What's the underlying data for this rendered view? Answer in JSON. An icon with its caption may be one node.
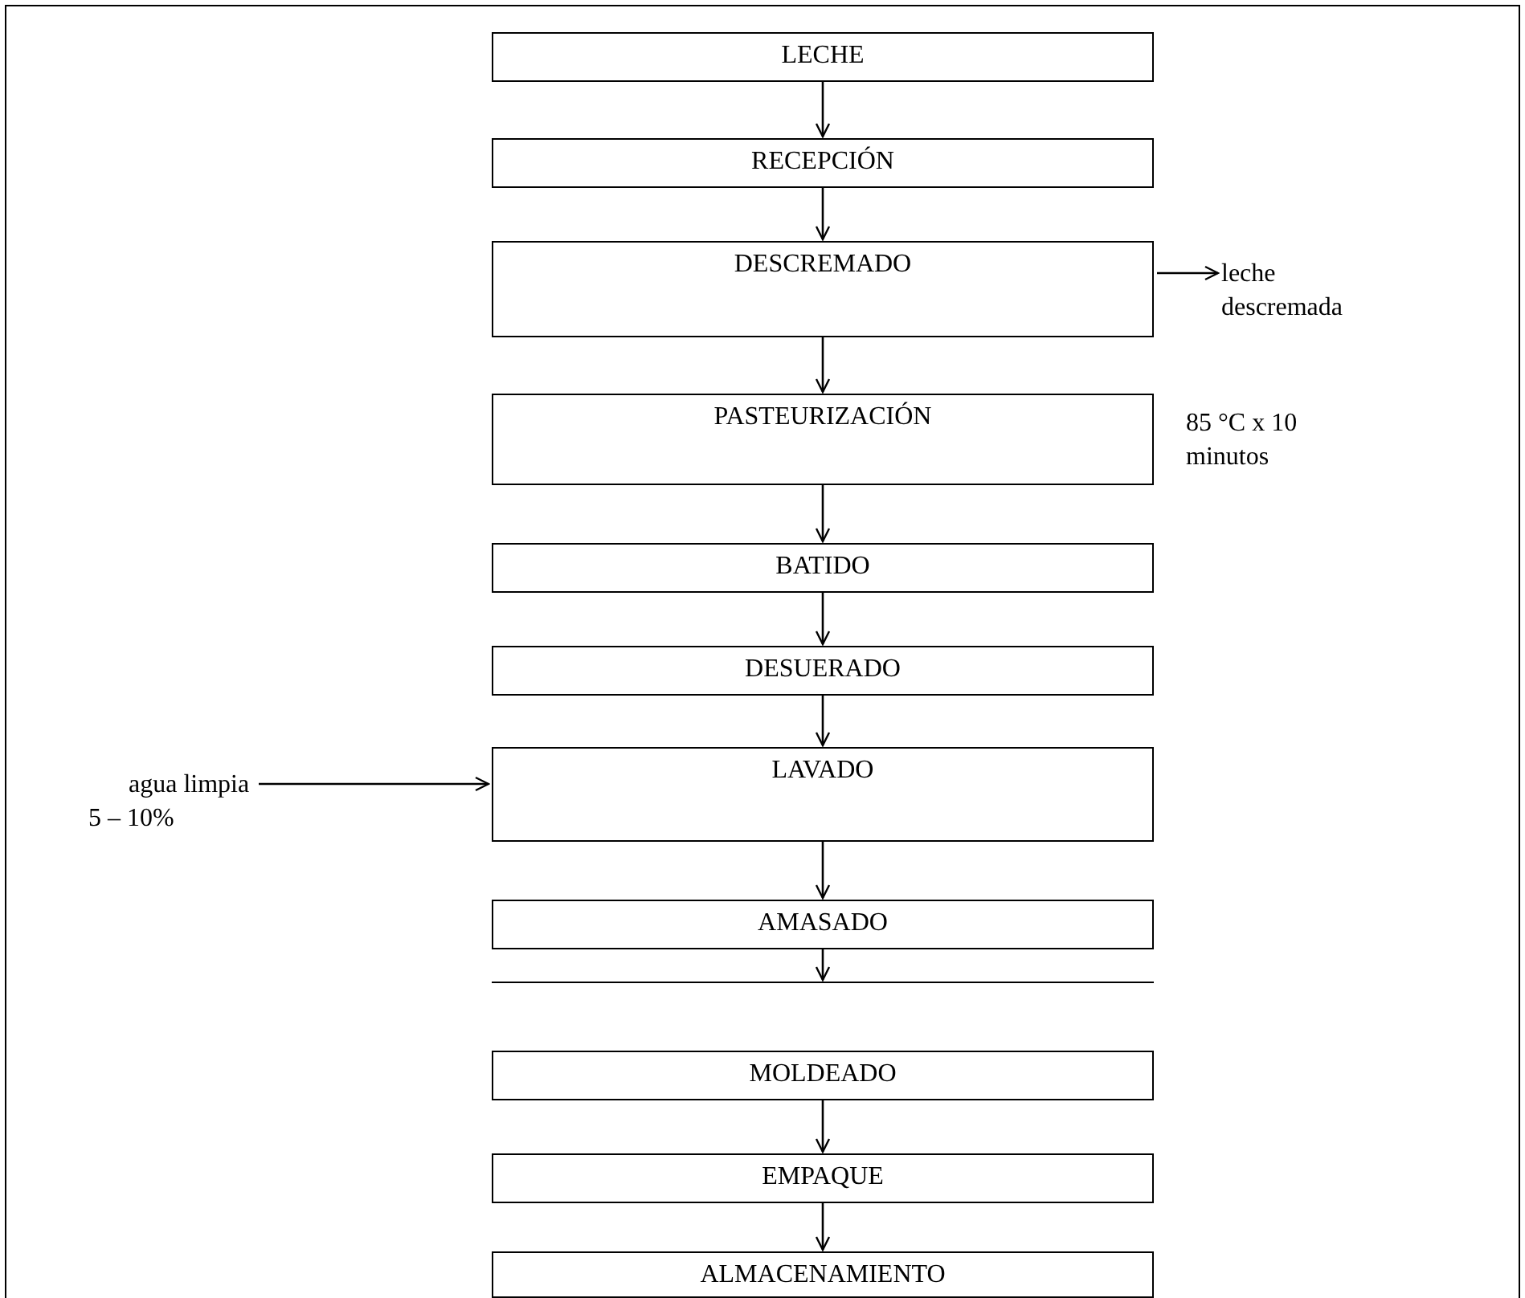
{
  "diagram": {
    "nodes": [
      {
        "text": [
          "LECHE"
        ]
      },
      {
        "text": [
          "RECEPCIÓN"
        ]
      },
      {
        "text": [
          "DESCREMADO"
        ]
      },
      {
        "text": [
          "leche descremada"
        ]
      },
      {
        "text": [
          "PASTEURIZACIÓN"
        ],
        "beside": [
          "85 °C x 10 minutos"
        ]
      },
      {
        "text": [
          "BATIDO"
        ]
      },
      {
        "text": [
          "DESUERADO"
        ]
      },
      {
        "text": [
          "agua limpia 5 – 10%"
        ]
      },
      {
        "text": [
          "LAVADO"
        ]
      },
      {
        "text": [
          "AMASADO"
        ]
      },
      {
        "text": [],
        "shape": "bar"
      },
      {
        "text": [
          "MOLDEADO"
        ]
      },
      {
        "text": [
          "EMPAQUE"
        ]
      },
      {
        "text": [
          "ALMACENAMIENTO"
        ]
      }
    ],
    "edges": [
      {
        "from": 0,
        "to": 1,
        "arrow": "to"
      },
      {
        "from": 1,
        "to": 2,
        "arrow": "to"
      },
      {
        "from": 2,
        "to": 3,
        "arrow": "to"
      },
      {
        "from": 2,
        "to": 4,
        "arrow": "to"
      },
      {
        "from": 4,
        "to": 5,
        "arrow": "to"
      },
      {
        "from": 5,
        "to": 6,
        "arrow": "to"
      },
      {
        "from": 6,
        "to": 8,
        "arrow": "to"
      },
      {
        "from": 7,
        "to": 8,
        "arrow": "to"
      },
      {
        "from": 8,
        "to": 9,
        "arrow": "to"
      },
      {
        "from": 9,
        "to": 10,
        "arrow": "to"
      },
      {
        "from": 11,
        "to": 12,
        "arrow": "to"
      },
      {
        "from": 12,
        "to": 13,
        "arrow": "to"
      }
    ]
  }
}
